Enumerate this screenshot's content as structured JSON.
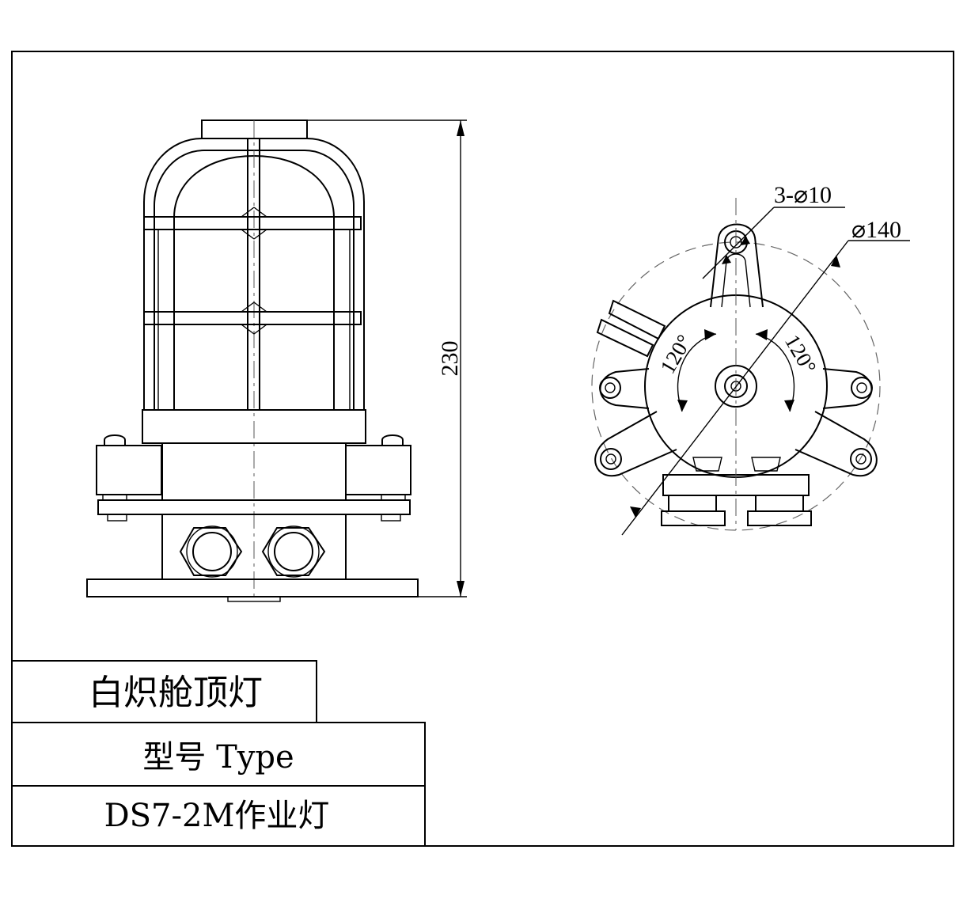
{
  "drawing": {
    "height_dimension": "230",
    "hole_note": "3-⌀10",
    "diameter_note": "⌀140",
    "angle_left": "120°",
    "angle_right": "120°"
  },
  "title_block": {
    "product_name": "白炽舱顶灯",
    "type_label": "型号 Type",
    "model": "DS7-2M作业灯"
  }
}
